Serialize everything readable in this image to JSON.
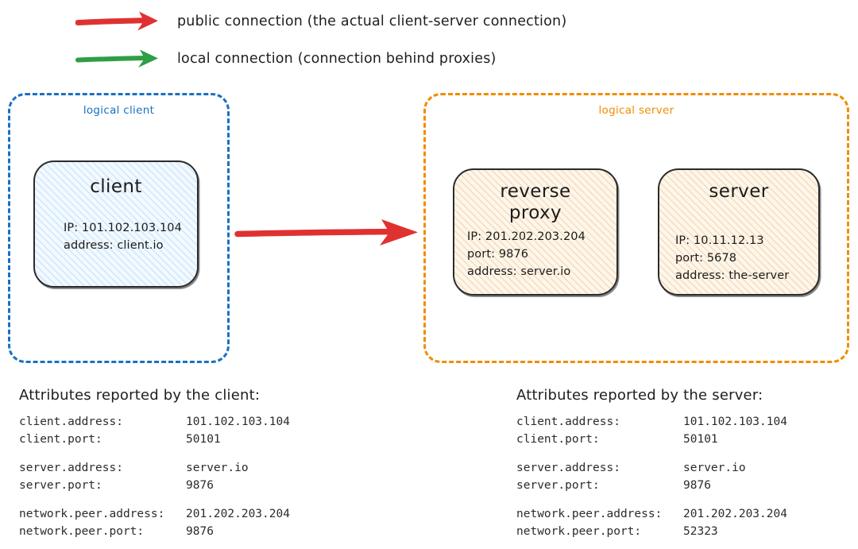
{
  "legend": {
    "items": [
      {
        "icon": "red-arrow-icon",
        "color": "#e03131",
        "label": "public connection (the actual client-server connection)"
      },
      {
        "icon": "green-arrow-icon",
        "color": "#2f9e44",
        "label": "local connection (connection behind proxies)"
      }
    ]
  },
  "diagram": {
    "client_scope": {
      "title": "logical client",
      "color": "#1971c2",
      "node": {
        "title": "client",
        "lines": "IP: 101.102.103.104\naddress: client.io",
        "fill": "#e7f2fd"
      }
    },
    "server_scope": {
      "title": "logical server",
      "color": "#f08c00",
      "nodes": [
        {
          "title": "reverse\nproxy",
          "lines": "IP: 201.202.203.204\nport: 9876\naddress: server.io",
          "fill": "#fdf0dd"
        },
        {
          "title": "server",
          "lines": "IP: 10.11.12.13\nport: 5678\naddress: the-server",
          "fill": "#fdf0dd"
        }
      ]
    },
    "public_arrow": {
      "icon": "red-arrow-icon",
      "color": "#e03131"
    }
  },
  "attributes": {
    "client_table": {
      "heading": "Attributes reported by the client:",
      "rows": [
        {
          "key": "client.address:",
          "value": "101.102.103.104"
        },
        {
          "key": "client.port:",
          "value": "50101"
        },
        {
          "spacer": true
        },
        {
          "key": "server.address:",
          "value": "server.io"
        },
        {
          "key": "server.port:",
          "value": "9876"
        },
        {
          "spacer": true
        },
        {
          "key": "network.peer.address:",
          "value": "201.202.203.204"
        },
        {
          "key": "network.peer.port:",
          "value": "9876"
        }
      ]
    },
    "server_table": {
      "heading": "Attributes reported by the server:",
      "rows": [
        {
          "key": "client.address:",
          "value": "101.102.103.104"
        },
        {
          "key": "client.port:",
          "value": "50101"
        },
        {
          "spacer": true
        },
        {
          "key": "server.address:",
          "value": "server.io"
        },
        {
          "key": "server.port:",
          "value": "9876"
        },
        {
          "spacer": true
        },
        {
          "key": "network.peer.address:",
          "value": "201.202.203.204"
        },
        {
          "key": "network.peer.port:",
          "value": "52323"
        }
      ]
    }
  }
}
